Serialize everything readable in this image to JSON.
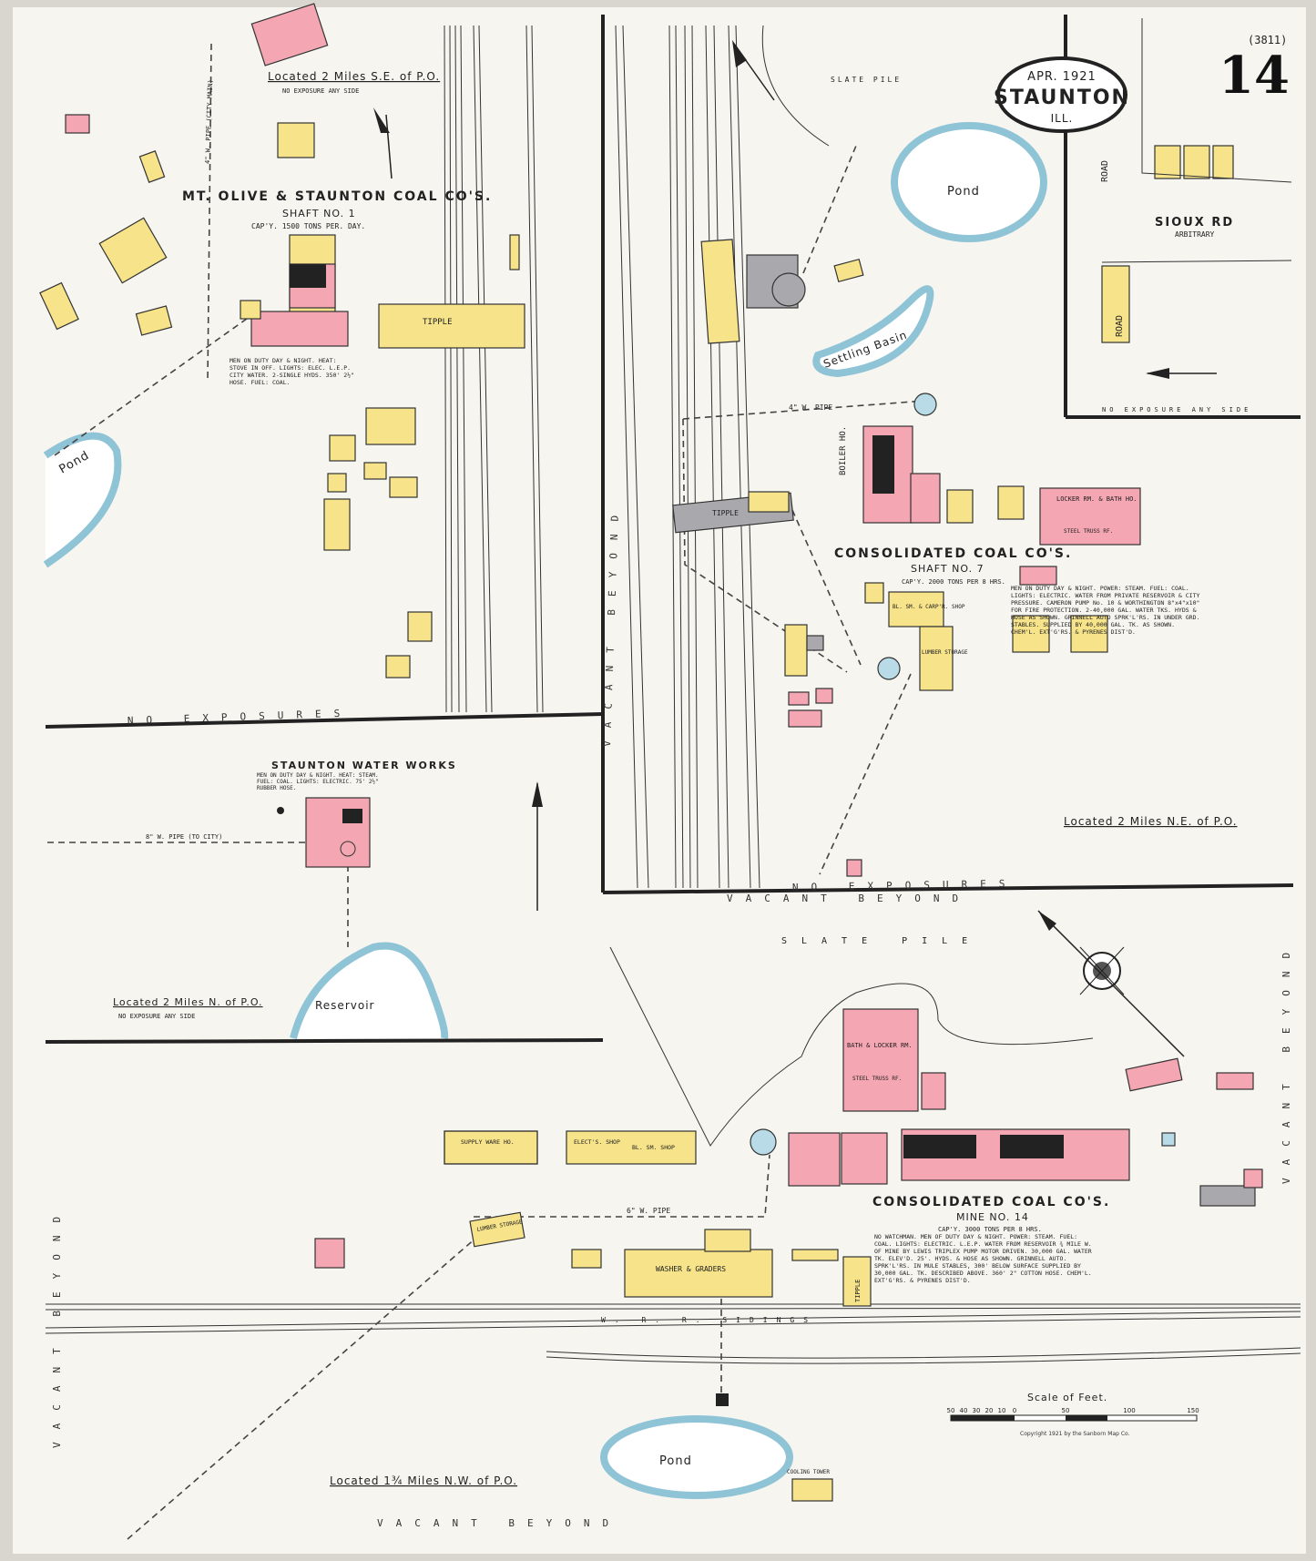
{
  "header": {
    "date": "APR. 1921",
    "town": "STAUNTON",
    "state": "ILL.",
    "sheet_number": "14",
    "sheet_code": "(3811)"
  },
  "colors": {
    "paper": "#f6f5f0",
    "brick": "#f4a6b3",
    "frame": "#f6e38a",
    "iron_clad": "#a9a9ad",
    "water": "#b9dbe8"
  },
  "icons": [
    "north-arrow-icon",
    "compass-rose-icon",
    "scale-bar-icon"
  ],
  "sections": {
    "mt_olive": {
      "name": "MT. OLIVE & STAUNTON COAL CO'S.",
      "shaft": "SHAFT NO. 1",
      "capacity": "CAP'Y. 1500 TONS PER. DAY.",
      "notes": "MEN ON DUTY DAY & NIGHT. HEAT: STOVE IN OFF. LIGHTS: ELEC. L.E.P. CITY WATER. 2-SINGLE HYDS. 350' 2½\" HOSE. FUEL: COAL.",
      "location": "Located 2 Miles S.E. of P.O.",
      "location_sub": "NO EXPOSURE ANY SIDE",
      "tipple": "TIPPLE",
      "pond": "Pond",
      "pipe": "4\" W. PIPE (CITY MAIN)",
      "exposures": "NO EXPOSURES"
    },
    "water_works": {
      "name": "STAUNTON WATER WORKS",
      "notes": "MEN ON DUTY DAY & NIGHT. HEAT: STEAM. FUEL: COAL. LIGHTS: ELECTRIC. 75' 2½\" RUBBER HOSE.",
      "pipe": "8\" W. PIPE (TO CITY)",
      "reservoir": "Reservoir",
      "location": "Located 2 Miles N. of P.O.",
      "location_sub": "NO EXPOSURE ANY SIDE"
    },
    "shaft7": {
      "name": "CONSOLIDATED COAL CO'S.",
      "shaft": "SHAFT NO. 7",
      "capacity": "CAP'Y. 2000 TONS PER 8 HRS.",
      "notes": "MEN ON DUTY DAY & NIGHT. POWER: STEAM. FUEL: COAL. LIGHTS: ELECTRIC. WATER FROM PRIVATE RESERVOIR & CITY PRESSURE. CAMERON PUMP No. 10 & WORTHINGTON 8\"x4\"x10\" FOR FIRE PROTECTION. 2-40,000 GAL. WATER TKS. HYDS & HOSE AS SHOWN. GRINNELL AUTO SPRK'L'RS. IN UNDER GRD. STABLES. SUPPLIED BY 40,000 GAL. TK. AS SHOWN. CHEM'L. EXT'G'RS. & PYRENES DIST'D.",
      "location": "Located 2 Miles N.E. of P.O.",
      "pond": "Pond",
      "settling": "Settling Basin",
      "slate": "SLATE PILE",
      "tipple": "TIPPLE",
      "boiler": "BOILER HO.",
      "locker": "LOCKER RM. & BATH HO.",
      "locker_sub": "STEEL TRUSS RF.",
      "shop": "BL. SM. & CARP'R. SHOP",
      "lumber": "LUMBER STORAGE",
      "pipe": "4\" W. PIPE",
      "exposures": "NO EXPOSURES",
      "vacant_top": "VACANT BEYOND"
    },
    "corner": {
      "road": "ROAD",
      "sioux": "SIOUX RD",
      "arbitrary": "ARBITRARY",
      "exposure": "NO EXPOSURE ANY SIDE"
    },
    "mine14": {
      "name": "CONSOLIDATED COAL CO'S.",
      "mine": "MINE NO. 14",
      "capacity": "CAP'Y. 3000 TONS PER 8 HRS.",
      "notes": "NO WATCHMAN. MEN OF DUTY DAY & NIGHT. POWER: STEAM. FUEL: COAL. LIGHTS: ELECTRIC. L.E.P. WATER FROM RESERVOIR ¾ MILE W. OF MINE BY LEWIS TRIPLEX PUMP MOTOR DRIVEN. 30,000 GAL. WATER TK. ELEV'D. 25'. HYDS. & HOSE AS SHOWN. GRINNELL AUTO. SPRK'L'RS. IN MULE STABLES, 300' BELOW SURFACE SUPPLIED BY 30,000 GAL. TK. DESCRIBED ABOVE. 360' 2\" COTTON HOSE. CHEM'L. EXT'G'RS. & PYRENES DIST'D.",
      "location": "Located 1¾ Miles N.W. of P.O.",
      "slate": "SLATE PILE",
      "pond": "Pond",
      "bath": "BATH & LOCKER RM.",
      "bath_sub": "STEEL TRUSS RF.",
      "washer": "WASHER & GRADERS",
      "supply": "SUPPLY WARE HO.",
      "elec": "ELECT'S. SHOP",
      "blsm": "BL. SM. SHOP",
      "lumber": "LUMBER STORAGE",
      "tipple": "TIPPLE",
      "sidings": "W. R. R. SIDINGS",
      "pipe": "6\" W. PIPE",
      "vacant_bottom": "VACANT BEYOND",
      "vacant_left": "VACANT BEYOND",
      "vacant_right": "VACANT BEYOND",
      "cooling": "COOLING TOWER"
    }
  },
  "scale": {
    "title": "Scale of Feet.",
    "ticks": [
      "50",
      "40",
      "30",
      "20",
      "10",
      "0",
      "50",
      "100",
      "150"
    ],
    "copyright": "Copyright 1921 by the Sanborn Map Co."
  }
}
